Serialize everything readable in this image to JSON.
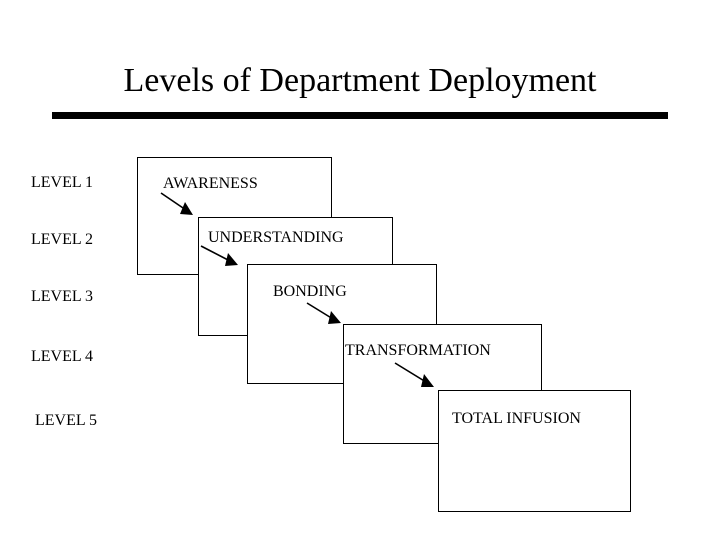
{
  "slide": {
    "title": "Levels of Department Deployment",
    "accent_color": "#000000",
    "background_color": "#ffffff"
  },
  "levels": [
    {
      "label": "LEVEL 1"
    },
    {
      "label": "LEVEL 2"
    },
    {
      "label": "LEVEL 3"
    },
    {
      "label": "LEVEL 4"
    },
    {
      "label": "LEVEL 5"
    }
  ],
  "stages": [
    {
      "label": "AWARENESS"
    },
    {
      "label": "UNDERSTANDING"
    },
    {
      "label": "BONDING"
    },
    {
      "label": "TRANSFORMATION"
    },
    {
      "label": "TOTAL INFUSION"
    }
  ],
  "arrows": [
    {
      "name": "arrow-awareness-to-understanding"
    },
    {
      "name": "arrow-understanding-to-bonding"
    },
    {
      "name": "arrow-bonding-to-transformation"
    },
    {
      "name": "arrow-transformation-to-total-infusion"
    }
  ]
}
